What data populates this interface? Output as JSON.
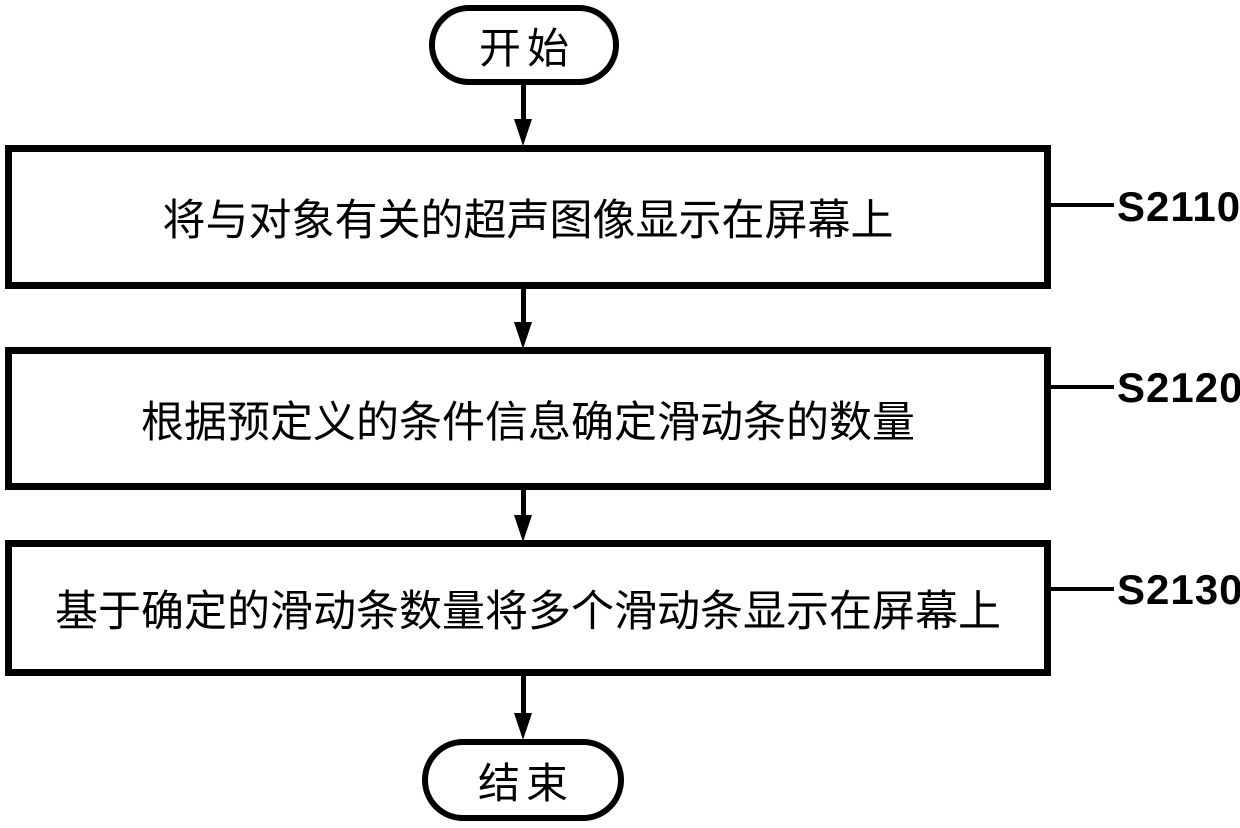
{
  "figure": {
    "type": "flowchart",
    "background": "#ffffff",
    "ink_color": "#000000"
  },
  "flowchart": {
    "start": {
      "label": "开始"
    },
    "steps": [
      {
        "id": "S2110",
        "text": "将与对象有关的超声图像显示在屏幕上"
      },
      {
        "id": "S2120",
        "text": "根据预定义的条件信息确定滑动条的数量"
      },
      {
        "id": "S2130",
        "text": "基于确定的滑动条数量将多个滑动条显示在屏幕上"
      }
    ],
    "end": {
      "label": "结束"
    }
  }
}
